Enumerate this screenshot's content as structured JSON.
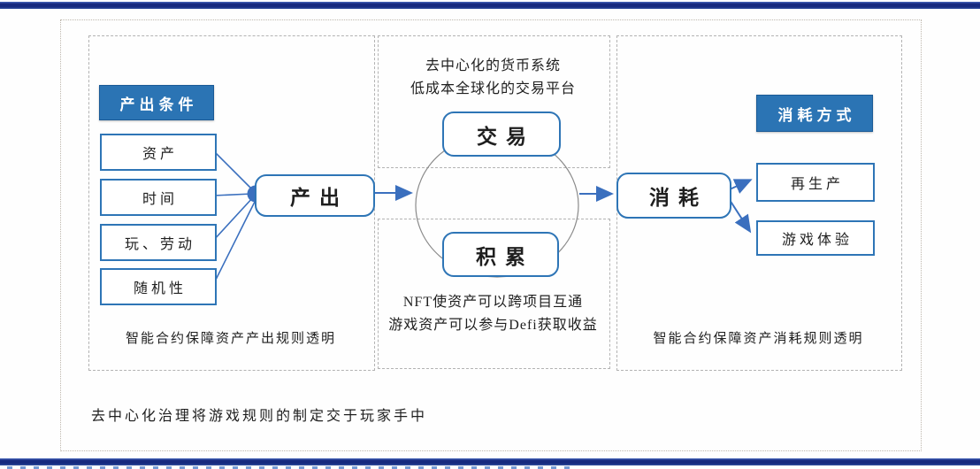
{
  "diagram": {
    "left_panel": {
      "header": "产出条件",
      "items": [
        "资产",
        "时间",
        "玩、劳动",
        "随机性"
      ],
      "note": "智能合约保障资产产出规则透明"
    },
    "output_node": "产出",
    "middle_top": {
      "line1": "去中心化的货币系统",
      "line2": "低成本全球化的交易平台",
      "node": "交易"
    },
    "middle_bottom": {
      "node": "积累",
      "line1": "NFT使资产可以跨项目互通",
      "line2": "游戏资产可以参与Defi获取收益"
    },
    "consume_node": "消耗",
    "right_panel": {
      "header": "消耗方式",
      "items": [
        "再生产",
        "游戏体验"
      ],
      "note": "智能合约保障资产消耗规则透明"
    },
    "bottom_note": "去中心化治理将游戏规则的制定交于玩家手中"
  },
  "colors": {
    "header_bg": "#2b74b4",
    "box_border": "#2e75b6",
    "connector": "#3a6fbe",
    "ellipse_stroke": "#8a8a8a",
    "bar": "#16297e"
  }
}
